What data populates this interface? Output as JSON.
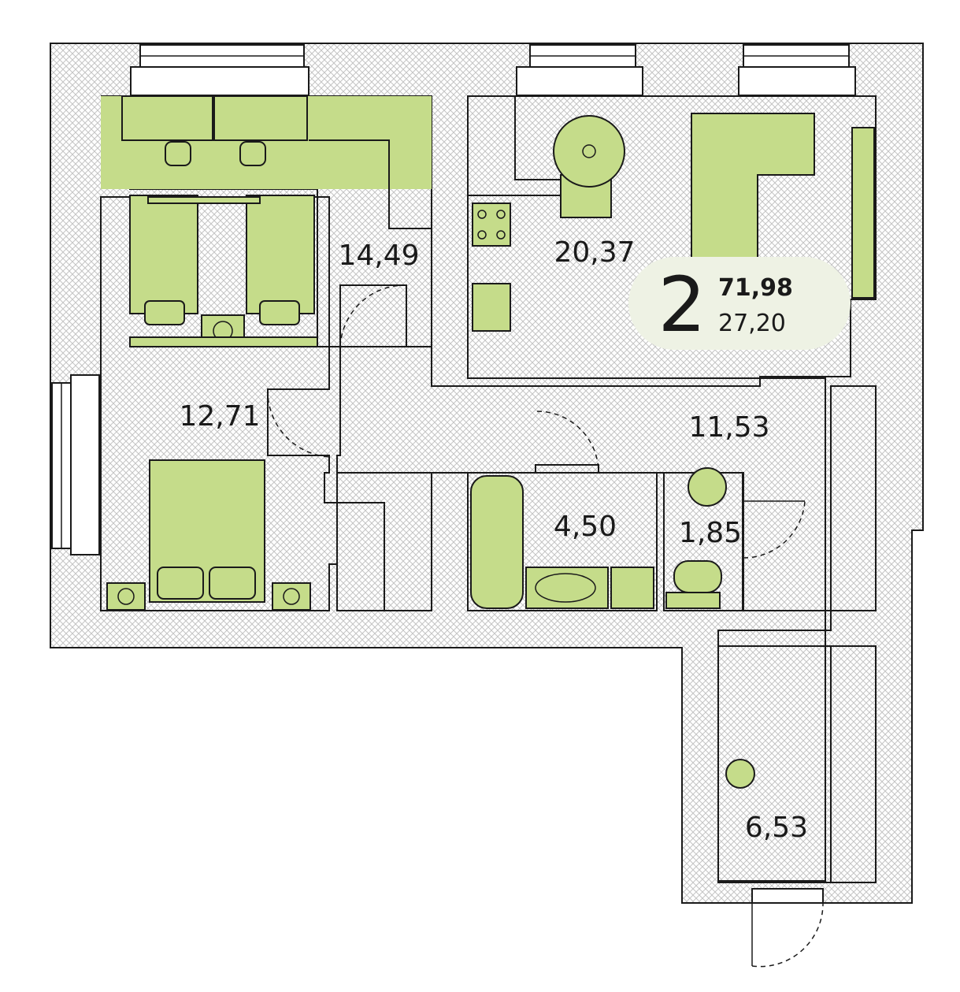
{
  "apartment": {
    "rooms_count": "2",
    "total_area": "71,98",
    "living_area": "27,20"
  },
  "rooms": [
    {
      "id": "bedroom-kids",
      "area": "14,49"
    },
    {
      "id": "kitchen-living",
      "area": "20,37"
    },
    {
      "id": "bedroom-master",
      "area": "12,71"
    },
    {
      "id": "hallway",
      "area": "11,53"
    },
    {
      "id": "bathroom",
      "area": "4,50"
    },
    {
      "id": "toilet",
      "area": "1,85"
    },
    {
      "id": "balcony",
      "area": "6,53"
    }
  ],
  "colors": {
    "room_fill": "#c5dc8a",
    "wall_hatch": "#bdbdbd",
    "outline": "#1a1a1a",
    "badge_fill": "#eef2e4"
  }
}
